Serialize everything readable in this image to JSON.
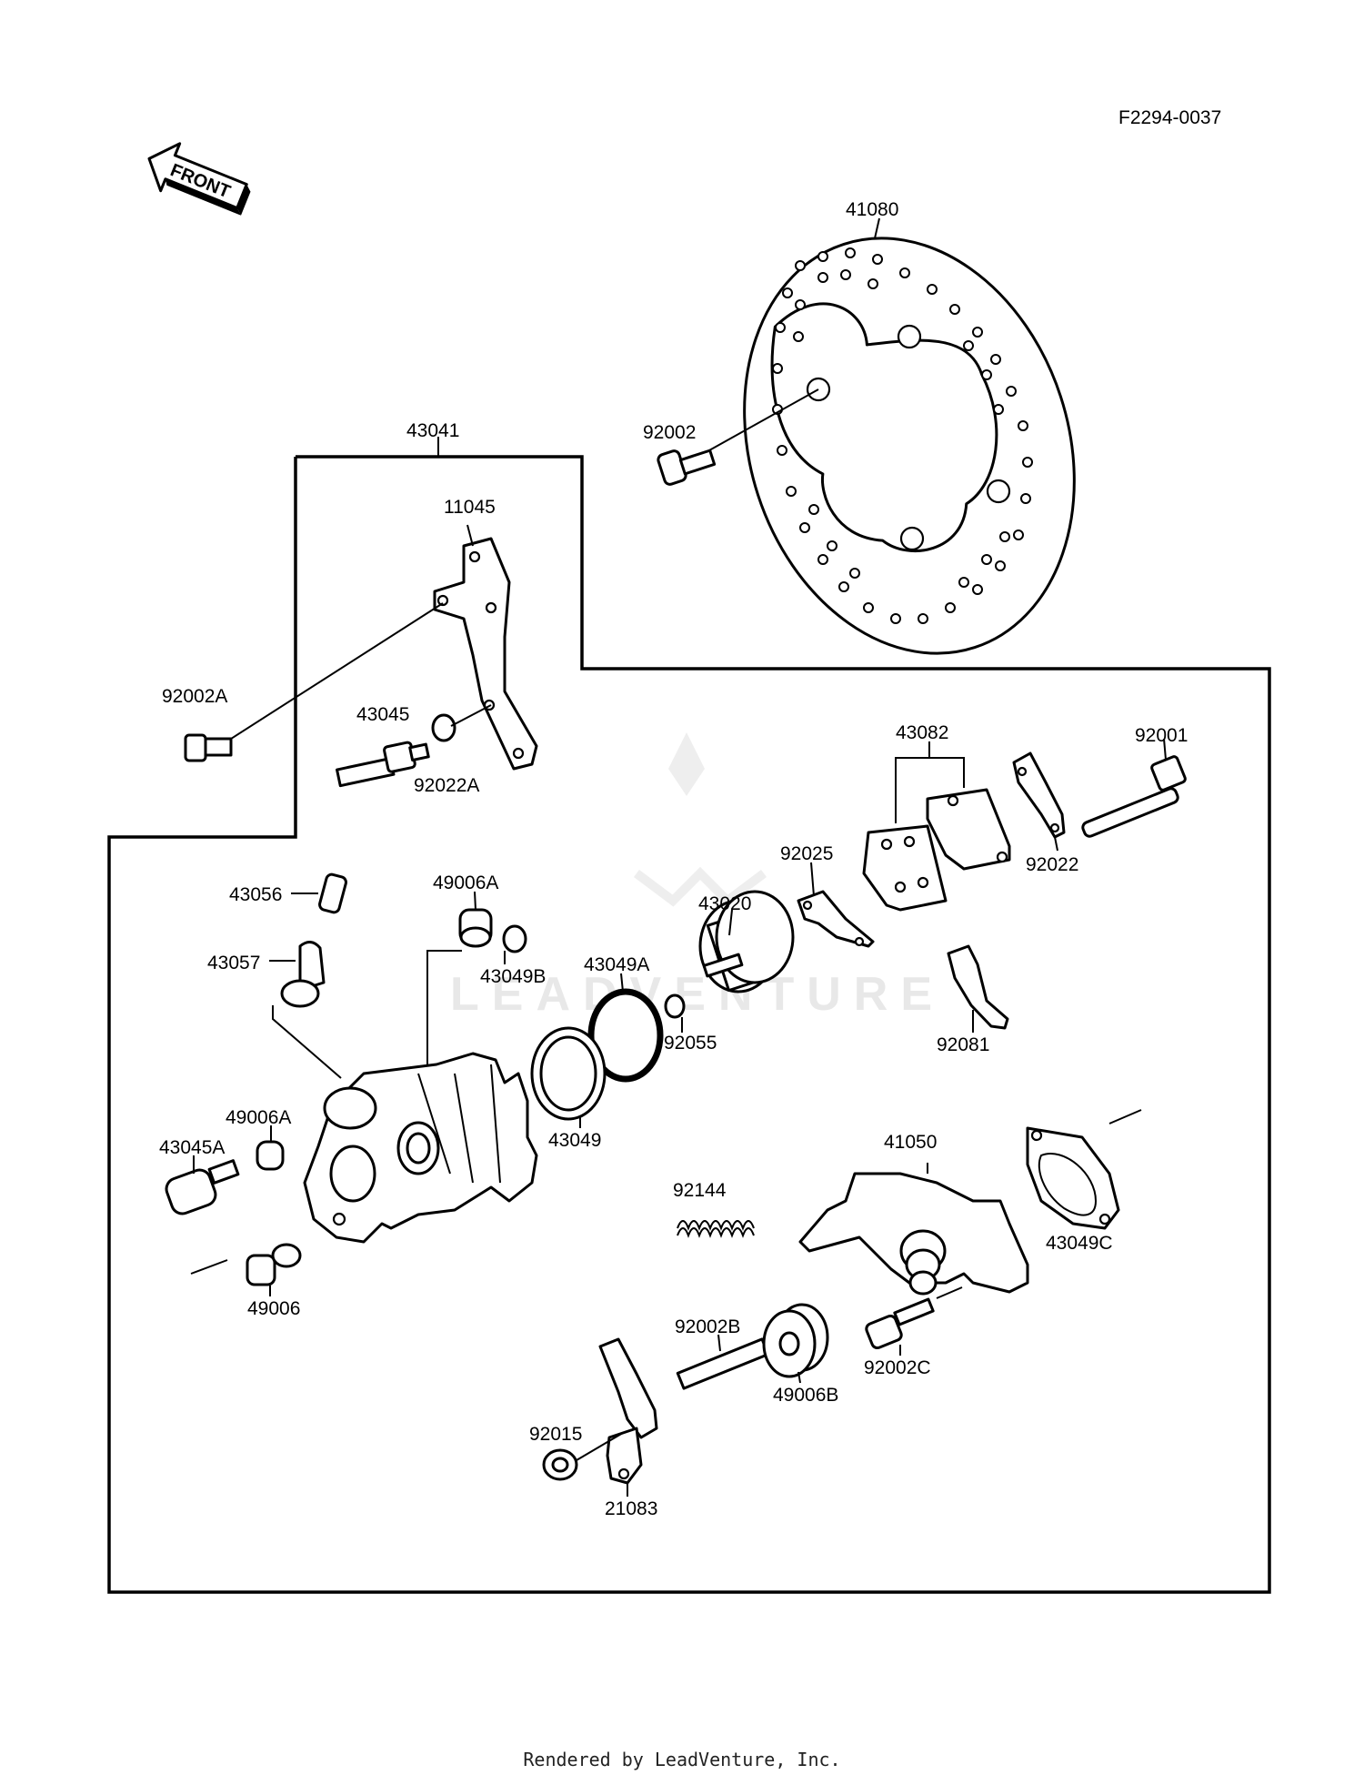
{
  "diagram_id": "F2294-0037",
  "front_label": "FRONT",
  "watermark": "LEADVENTURE",
  "footer": "Rendered by LeadVenture, Inc.",
  "part_numbers": {
    "p41080": "41080",
    "p92002": "92002",
    "p43041": "43041",
    "p11045": "11045",
    "p92002A": "92002A",
    "p43045": "43045",
    "p92022A": "92022A",
    "p43082": "43082",
    "p92001": "92001",
    "p92025": "92025",
    "p92022": "92022",
    "p43056": "43056",
    "p49006A_top": "49006A",
    "p43049B": "43049B",
    "p43020": "43020",
    "p43057": "43057",
    "p43049A": "43049A",
    "p92055": "92055",
    "p92081": "92081",
    "p49006A_left": "49006A",
    "p43049": "43049",
    "p43045A": "43045A",
    "p41050": "41050",
    "p92144": "92144",
    "p43049C": "43049C",
    "p49006": "49006",
    "p92002B": "92002B",
    "p49006B": "49006B",
    "p92002C": "92002C",
    "p92015": "92015",
    "p21083": "21083"
  }
}
